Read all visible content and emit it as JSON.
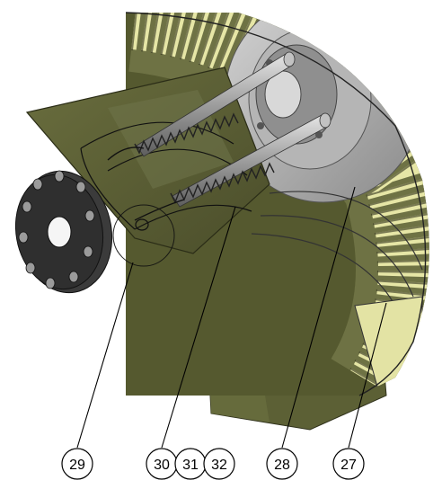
{
  "callouts": [
    {
      "id": "cl-29",
      "label": "29"
    },
    {
      "id": "cl-30",
      "label": "30"
    },
    {
      "id": "cl-31",
      "label": "31"
    },
    {
      "id": "cl-32",
      "label": "32"
    },
    {
      "id": "cl-28",
      "label": "28"
    },
    {
      "id": "cl-27",
      "label": "27"
    }
  ],
  "colors": {
    "olive_body": "#5f6338",
    "olive_dark": "#4a4d2a",
    "olive_light": "#7c8050",
    "blade_yellow": "#d9d98c",
    "blade_light": "#f1f1b8",
    "hub_grey": "#9a9a9a",
    "hub_light": "#c8c8c8",
    "flange_dark": "#3a3a3a",
    "line": "#000000"
  }
}
